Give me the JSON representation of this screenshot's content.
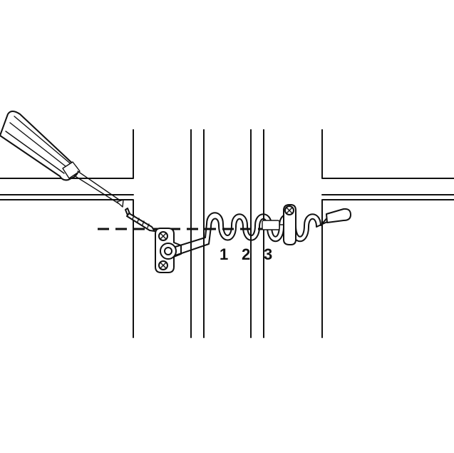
{
  "diagram": {
    "step_labels": [
      "1",
      "2",
      "3"
    ],
    "icons": {
      "tool": "screwdriver-icon",
      "fastener": "screw-icon",
      "hardware": "spring-limiter-icon"
    },
    "colors": {
      "ink": "#111111",
      "paper": "#ffffff"
    }
  }
}
